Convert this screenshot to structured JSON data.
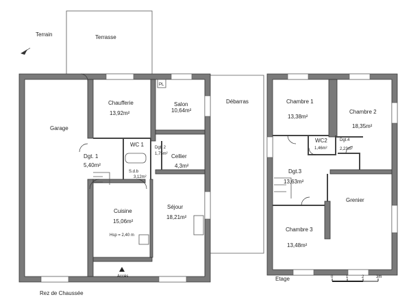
{
  "ground_floor": {
    "label": "Rez de Chaussée",
    "outside": {
      "terrain": "Terrain",
      "terrasse": "Terrasse",
      "debarras": "Débarras",
      "acces": "Accès"
    },
    "rooms": {
      "garage": {
        "name": "Garage"
      },
      "chaufferie": {
        "name": "Chaufferie",
        "area": "13,92m²"
      },
      "salon": {
        "name": "Salon",
        "area": "10,64m²"
      },
      "pl": {
        "name": "PL"
      },
      "dgt1": {
        "name": "Dgt. 1",
        "area": "5,40m²"
      },
      "wc1": {
        "name": "WC 1"
      },
      "dgt2": {
        "name": "Dgt. 2",
        "area": "1,75m²"
      },
      "sdb": {
        "name": "S.d.b",
        "area": "3,12m²"
      },
      "cellier": {
        "name": "Cellier",
        "area": "4,3m²"
      },
      "cuisine": {
        "name": "Cuisine",
        "area": "15,06m²"
      },
      "sejour": {
        "name": "Séjour",
        "area": "18,21m²"
      }
    },
    "height_note": "Hsp = 2,40 m"
  },
  "upper_floor": {
    "label": "Etage",
    "rooms": {
      "chambre1": {
        "name": "Chambre 1",
        "area": "13,38m²"
      },
      "chambre2": {
        "name": "Chambre 2",
        "area": "18,35m²"
      },
      "wc2": {
        "name": "WC2",
        "area": "1,46m²"
      },
      "dgt4": {
        "name": "Dgt.4",
        "area": "2,23m²"
      },
      "dgt3": {
        "name": "Dgt.3",
        "area": "13,63m²"
      },
      "grenier": {
        "name": "Grenier"
      },
      "chambre3": {
        "name": "Chambre 3",
        "area": "13,48m²"
      }
    }
  },
  "scale": {
    "ticks": [
      "0",
      "1",
      "2",
      "3m"
    ]
  },
  "colors": {
    "wall": "#7a7a7a",
    "line": "#333333"
  }
}
